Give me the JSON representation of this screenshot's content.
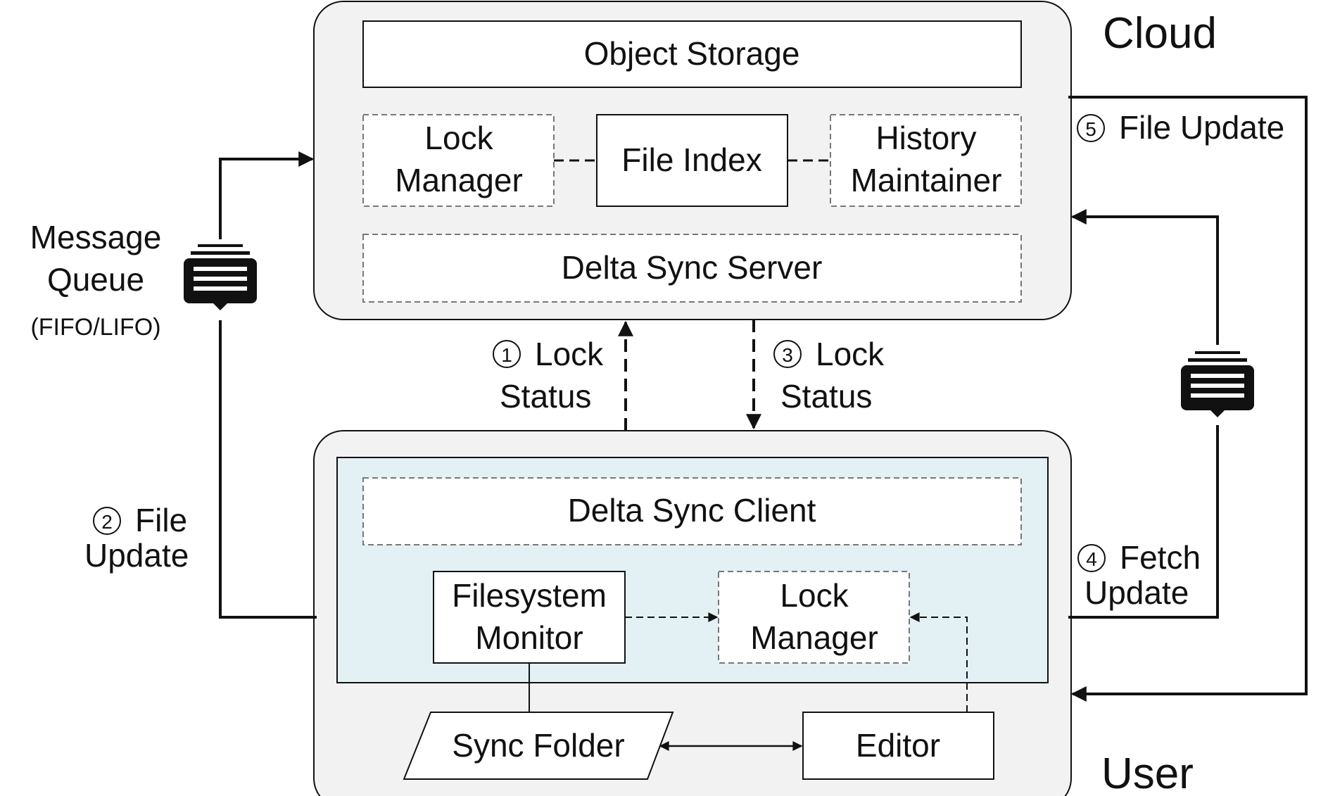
{
  "labels": {
    "cloud": "Cloud",
    "user": "User",
    "object_storage": "Object Storage",
    "lock_manager_cloud_line1": "Lock",
    "lock_manager_cloud_line2": "Manager",
    "file_index": "File Index",
    "history_line1": "History",
    "history_line2": "Maintainer",
    "delta_sync_server": "Delta Sync Server",
    "delta_sync_client": "Delta Sync Client",
    "fs_monitor_line1": "Filesystem",
    "fs_monitor_line2": "Monitor",
    "lock_manager_user_line1": "Lock",
    "lock_manager_user_line2": "Manager",
    "sync_folder": "Sync Folder",
    "editor": "Editor",
    "mq_line1": "Message",
    "mq_line2": "Queue",
    "mq_line3": "(FIFO/LIFO)"
  },
  "steps": {
    "s1_num": "1",
    "s1_line1": "Lock",
    "s1_line2": "Status",
    "s2_num": "2",
    "s2_line1": "File",
    "s2_line2": "Update",
    "s3_num": "3",
    "s3_line1": "Lock",
    "s3_line2": "Status",
    "s4_num": "4",
    "s4_line1": "Fetch",
    "s4_line2": "Update",
    "s5_num": "5",
    "s5_line1": "File Update"
  },
  "colors": {
    "panel_fill": "#f2f2f2",
    "client_fill": "#e3f0f4",
    "stroke": "#111111"
  },
  "icons": {
    "queue_left": "message-queue-icon",
    "queue_right": "message-queue-icon"
  }
}
